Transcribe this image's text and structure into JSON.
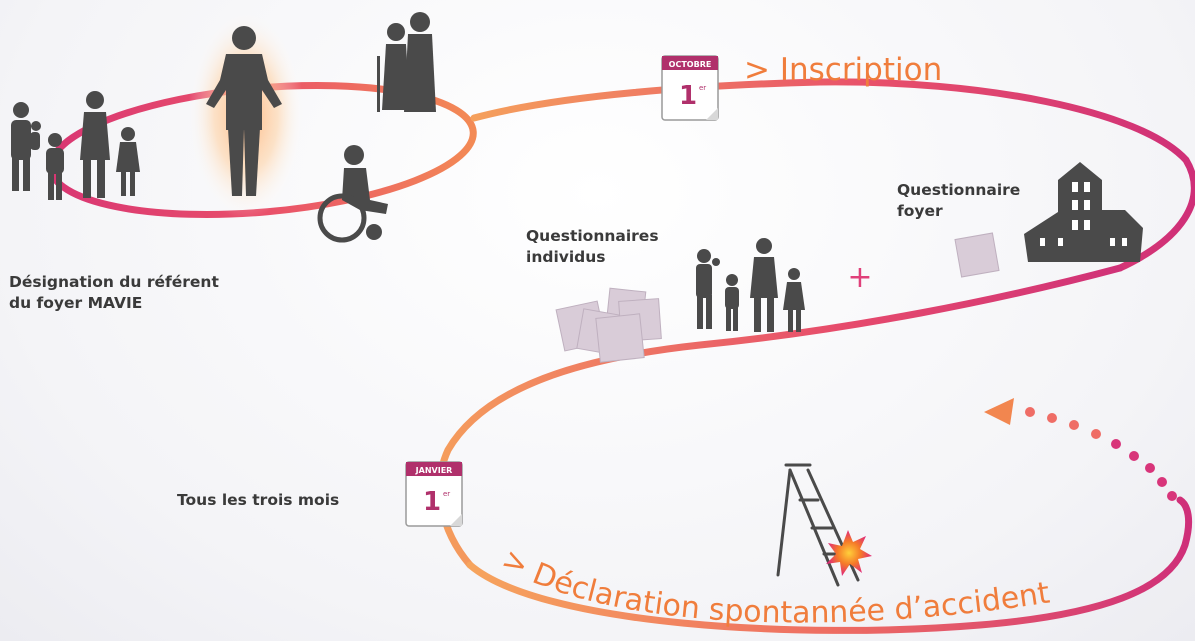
{
  "labels": {
    "inscription": "> Inscription",
    "declaration": "> Déclaration spontannée d’accident",
    "referent_line1": "Désignation du référent",
    "referent_line2": "du foyer MAVIE",
    "q_individus_line1": "Questionnaires",
    "q_individus_line2": "individus",
    "q_foyer_line1": "Questionnaire",
    "q_foyer_line2": "foyer",
    "tous_les_trois_mois": "Tous les trois mois",
    "plus_sign": "+"
  },
  "calendars": {
    "octobre": {
      "month": "OCTOBRE",
      "day": "1",
      "sup": "er"
    },
    "janvier": {
      "month": "JANVIER",
      "day": "1",
      "sup": "er"
    }
  },
  "colors": {
    "path_pink": "#d63a7a",
    "path_orange": "#f39a5a",
    "title_orange": "#f07d3c",
    "silhouette": "#4a4a4a",
    "paper": "#d9ccd8",
    "calendar_header": "#b0306b"
  }
}
